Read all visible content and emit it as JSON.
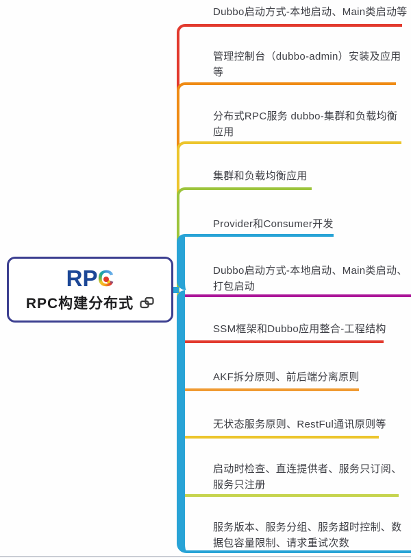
{
  "node": {
    "logo_rp": "RP",
    "logo_c": "C",
    "logo_blue": "#1c4796",
    "title": "RPC构建分布式",
    "border_color": "#3c3f90"
  },
  "trunk": {
    "color": "#28a3d6"
  },
  "branches": [
    {
      "label": "Dubbo启动方式-本地启动、Main类启动等",
      "color": "#e23a2e"
    },
    {
      "label": "管理控制台（dubbo-admin）安装及应用等",
      "color": "#ef8b15"
    },
    {
      "label": "分布式RPC服务 dubbo-集群和负载均衡应用",
      "color": "#ecc52d"
    },
    {
      "label": "集群和负载均衡应用",
      "color": "#9cc43c"
    },
    {
      "label": "Provider和Consumer开发",
      "color": "#28a3d6"
    },
    {
      "label": "Dubbo启动方式-本地启动、Main类启动、打包启动",
      "color": "#ab1598"
    },
    {
      "label": "SSM框架和Dubbo应用整合-工程结构",
      "color": "#e23a2e"
    },
    {
      "label": "AKF拆分原则、前后端分离原则",
      "color": "#f09b33"
    },
    {
      "label": "无状态服务原则、RestFul通讯原则等",
      "color": "#ecc52d"
    },
    {
      "label": "启动时检查、直连提供者、服务只订阅、服务只注册",
      "color": "#c6d44e"
    },
    {
      "label": "服务版本、服务分组、服务超时控制、数据包容量限制、请求重试次数",
      "color": "#28a3d6"
    }
  ]
}
